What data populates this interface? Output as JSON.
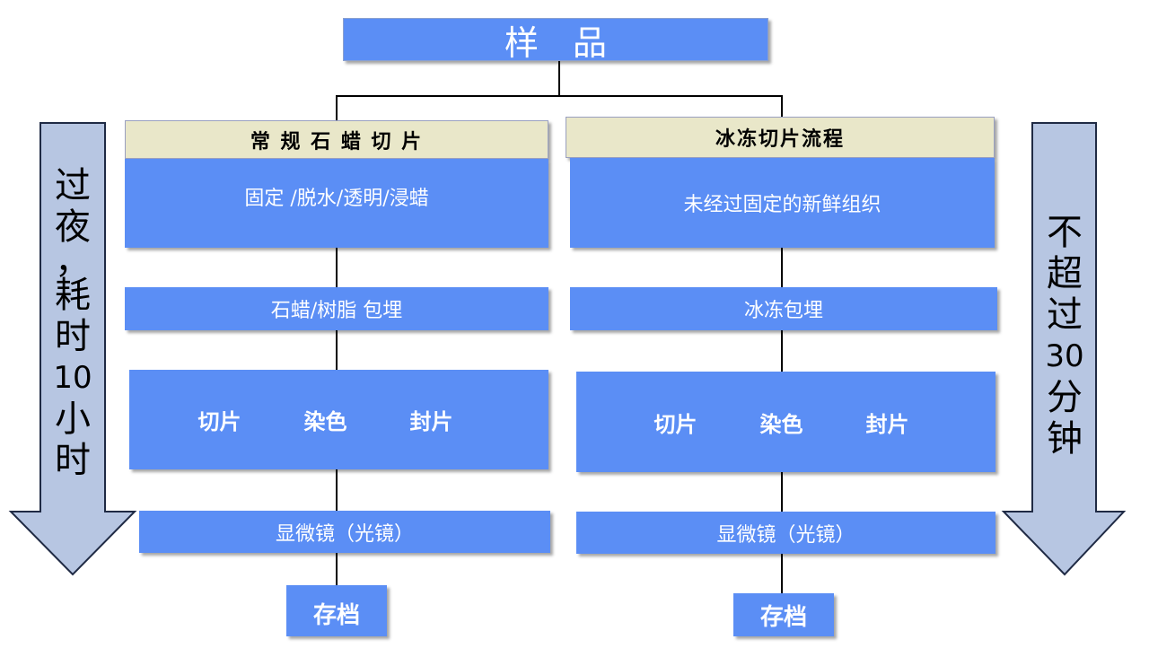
{
  "top": {
    "label": "样　品"
  },
  "left": {
    "header": "常 规 石 蜡 切 片",
    "step1": "固定 /脱水/透明/浸蜡",
    "step2": "石蜡/树脂 包埋",
    "step3": [
      "切片",
      "染色",
      "封片"
    ],
    "step4": "显微镜（光镜）",
    "step5": "存档"
  },
  "right": {
    "header": "冰冻切片流程",
    "step1": "未经过固定的新鲜组织",
    "step2": "冰冻包埋",
    "step3": [
      "切片",
      "染色",
      "封片"
    ],
    "step4": "显微镜（光镜）",
    "step5": "存档"
  },
  "left_arrow": {
    "chars": [
      "过",
      "夜",
      "，",
      "耗",
      "时",
      "10",
      "小",
      "时"
    ]
  },
  "right_arrow": {
    "chars": [
      "不",
      "超",
      "过",
      "30",
      "分",
      "钟"
    ]
  },
  "colors": {
    "box_fill": "#5b8ef5",
    "header_fill": "#e9e7c9",
    "arrow_fill": "#b7c6e2",
    "arrow_stroke": "#1f2a44"
  }
}
